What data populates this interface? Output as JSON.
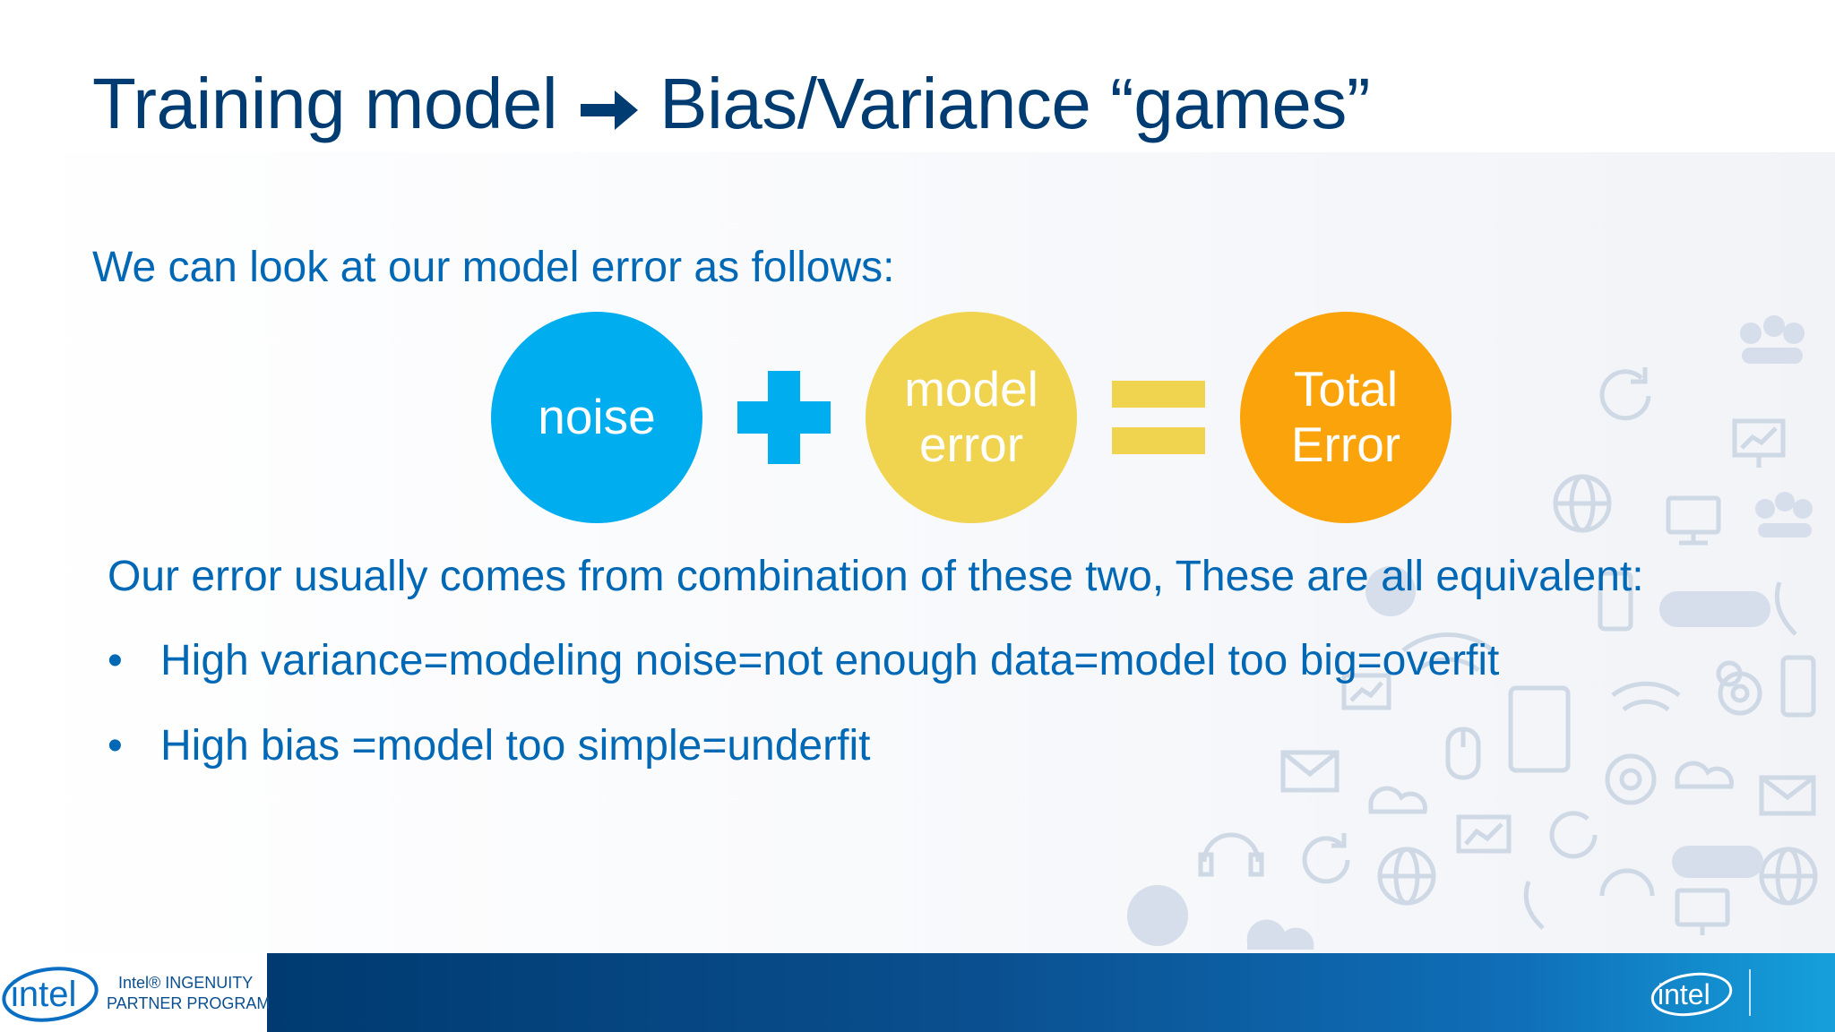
{
  "slide": {
    "title_part1": "Training model",
    "title_arrow_icon": "right-arrow-icon",
    "title_part2": "Bias/Variance “games”",
    "lead": "We can look at our model error as follows:"
  },
  "equation": {
    "noise": "noise",
    "model_error_line1": "model",
    "model_error_line2": "error",
    "total_error_line1": "Total",
    "total_error_line2": "Error",
    "operator_plus_icon": "plus-icon",
    "operator_equals_icon": "equals-icon",
    "colors": {
      "noise": "#00aeef",
      "model_error": "#f0d34f",
      "total_error": "#fba30a"
    }
  },
  "explanation": "Our error usually comes from combination of these two, These are all equivalent:",
  "bullets": [
    {
      "marker": "•",
      "text": "High variance=modeling noise=not enough data=model too big=overfit"
    },
    {
      "marker": "•",
      "text": "High bias =model too simple=underfit"
    }
  ],
  "footer": {
    "logo_text": "intel",
    "program_line1": "Intel® INGENUITY",
    "program_line2": "PARTNER PROGRAM",
    "right_logo_text": "intel"
  },
  "colors": {
    "title": "#003c71",
    "body_text": "#0068b5",
    "footer_start": "#003a70",
    "footer_end": "#15a0db"
  }
}
